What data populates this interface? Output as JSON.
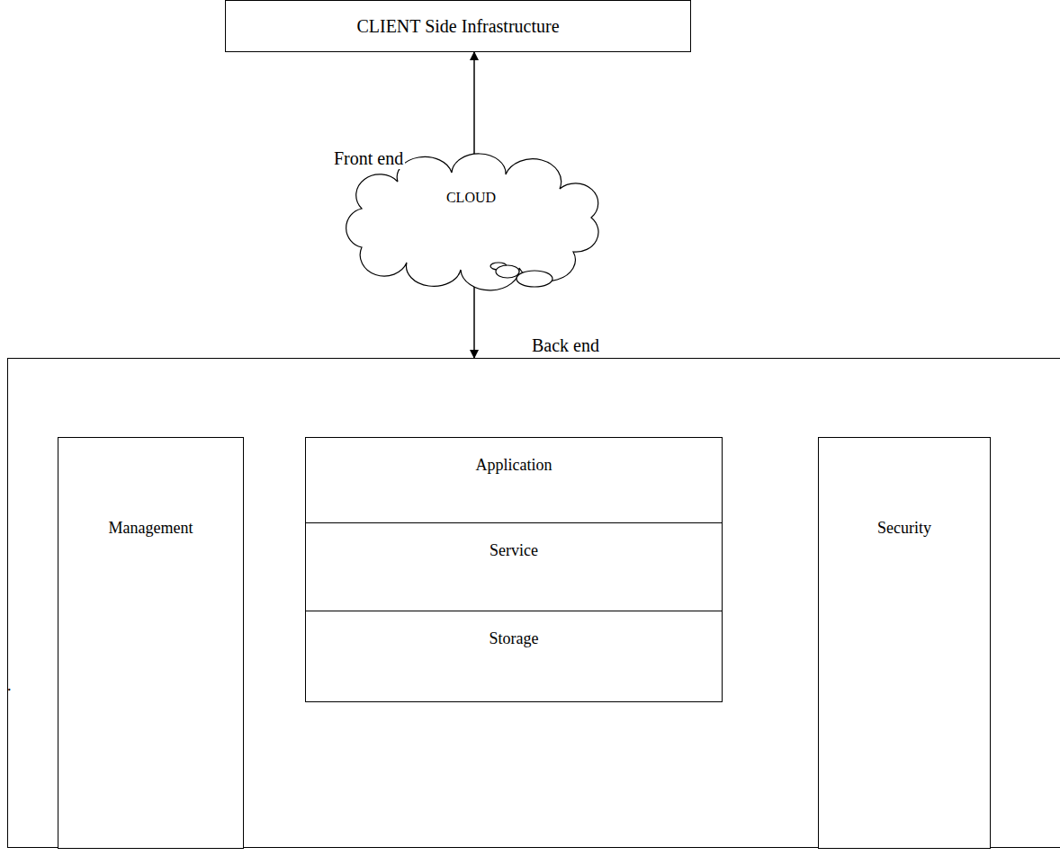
{
  "diagram": {
    "nodes": [
      {
        "text": [
          "CLIENT Side Infrastructure"
        ]
      },
      {
        "text": [
          "CLOUD"
        ]
      },
      {
        "text": [
          "Back end"
        ]
      },
      {
        "text": [
          "Management"
        ],
        "in": 2
      },
      {
        "text": [
          "Application"
        ],
        "in": 2
      },
      {
        "text": [
          "Service"
        ],
        "in": 2
      },
      {
        "text": [
          "Storage"
        ],
        "in": 2
      },
      {
        "text": [
          "Security"
        ],
        "in": 2
      }
    ],
    "edges": [
      {
        "from": 0,
        "to": 1,
        "label": "Front end",
        "arrow": "both"
      },
      {
        "from": 1,
        "to": 2,
        "arrow": "both"
      }
    ],
    "labels": [
      "."
    ]
  }
}
